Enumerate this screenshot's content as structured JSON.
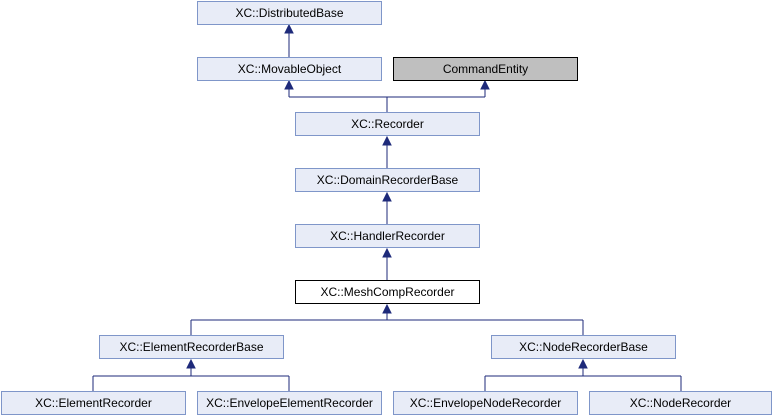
{
  "diagram": {
    "nodes": {
      "distributed_base": "XC::DistributedBase",
      "movable_object": "XC::MovableObject",
      "command_entity": "CommandEntity",
      "recorder": "XC::Recorder",
      "domain_recorder_base": "XC::DomainRecorderBase",
      "handler_recorder": "XC::HandlerRecorder",
      "mesh_comp_recorder": "XC::MeshCompRecorder",
      "element_recorder_base": "XC::ElementRecorderBase",
      "node_recorder_base": "XC::NodeRecorderBase",
      "element_recorder": "XC::ElementRecorder",
      "envelope_element_recorder": "XC::EnvelopeElementRecorder",
      "envelope_node_recorder": "XC::EnvelopeNodeRecorder",
      "node_recorder": "XC::NodeRecorder"
    },
    "colors": {
      "node_fill": "#e8ecf7",
      "node_border": "#7f96c9",
      "current_fill": "#ffffff",
      "external_fill": "#bfbfbf",
      "edge": "#1e2a7a"
    }
  }
}
